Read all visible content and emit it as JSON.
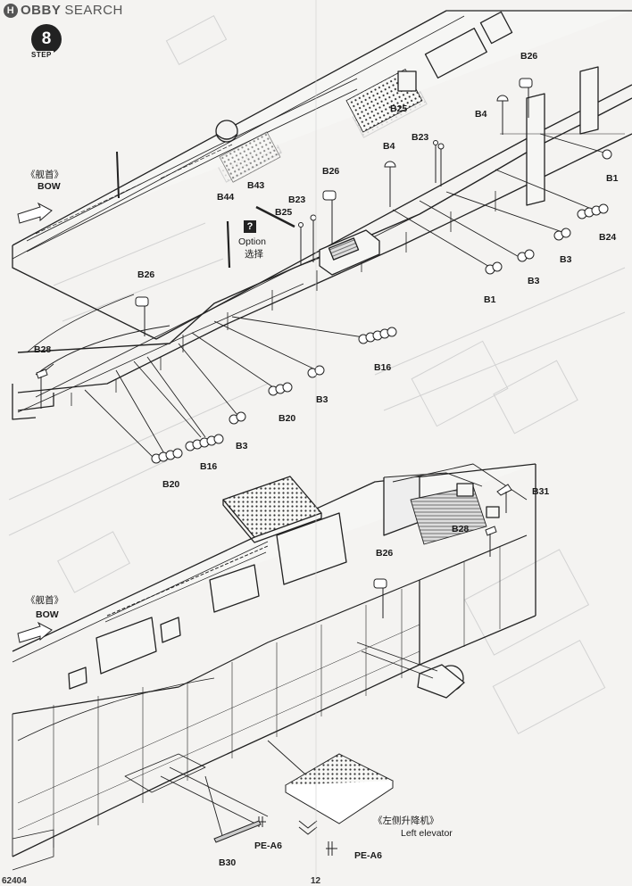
{
  "watermark": {
    "prefix": "H",
    "brand_a": "OBBY",
    "brand_b": "SEARCH"
  },
  "step": {
    "number": "8",
    "word": "STEP"
  },
  "top_view": {
    "bow_cn": "《舰首》",
    "bow_en": "BOW",
    "option_en": "Option",
    "option_cn": "选择",
    "parts": {
      "b26_a": "B26",
      "b25_a": "B25",
      "b4_a": "B4",
      "b1_a": "B1",
      "b23_a": "B23",
      "b4_b": "B4",
      "b26_b": "B26",
      "b43": "B43",
      "b44": "B44",
      "b23_b": "B23",
      "b25_b": "B25",
      "b24": "B24",
      "b3_a": "B3",
      "b3_b": "B3",
      "b1_b": "B1",
      "b26_c": "B26",
      "b16_a": "B16",
      "b28": "B28",
      "b3_c": "B3",
      "b20_a": "B20",
      "b3_d": "B3",
      "b16_b": "B16",
      "b20_b": "B20"
    }
  },
  "bottom_view": {
    "bow_cn": "《舰首》",
    "bow_en": "BOW",
    "elevator_cn": "《左侧升降机》",
    "elevator_en": "Left elevator",
    "parts": {
      "b31": "B31",
      "b28": "B28",
      "b26": "B26",
      "pe_a6_a": "PE-A6",
      "pe_a6_b": "PE-A6",
      "b30": "B30"
    }
  },
  "footer": {
    "left_fragment": "62404",
    "center_fragment": "12"
  }
}
